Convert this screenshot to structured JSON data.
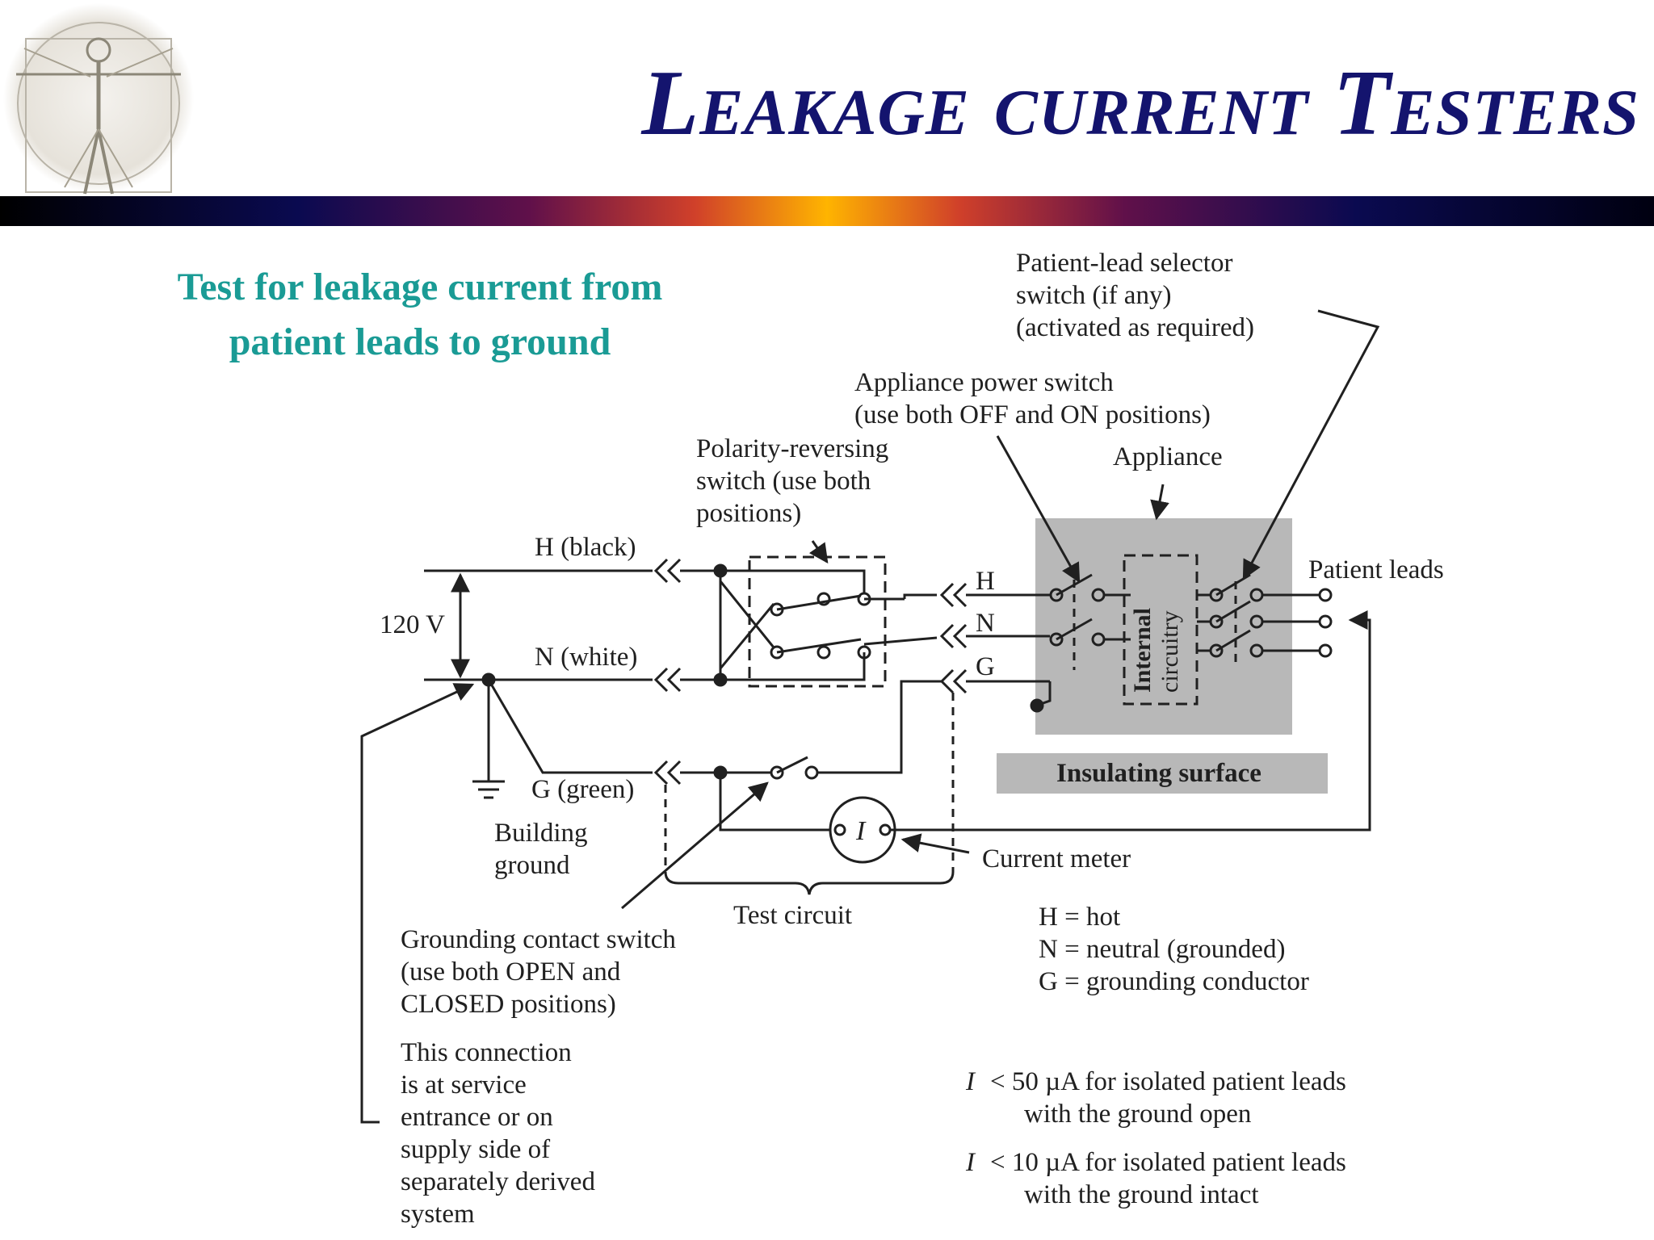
{
  "header": {
    "title": "Leakage current Testers"
  },
  "subtitle": {
    "line1": "Test for leakage current from",
    "line2": "patient leads to ground"
  },
  "diagram": {
    "patient_lead_selector": [
      "Patient-lead selector",
      "switch (if any)",
      "(activated as required)"
    ],
    "appliance_power_switch": [
      "Appliance power switch",
      "(use both OFF and ON positions)"
    ],
    "appliance": "Appliance",
    "polarity_switch": [
      "Polarity-reversing",
      "switch (use both",
      "positions)"
    ],
    "h_black": "H (black)",
    "n_white": "N (white)",
    "g_green": "G (green)",
    "voltage": "120 V",
    "h": "H",
    "n": "N",
    "g": "G",
    "internal_circuitry": [
      "Internal",
      "circuitry"
    ],
    "patient_leads": "Patient leads",
    "insulating_surface": "Insulating surface",
    "building_ground": [
      "Building",
      "ground"
    ],
    "meter_symbol": "I",
    "current_meter": "Current meter",
    "test_circuit": "Test circuit",
    "grounding_contact_switch": [
      "Grounding contact switch",
      "(use both OPEN and",
      "CLOSED positions)"
    ],
    "connection_note": [
      "This connection",
      "is at service",
      "entrance or on",
      "supply side of",
      "separately derived",
      "system"
    ],
    "legend": [
      "H = hot",
      "N = neutral (grounded)",
      "G = grounding conductor"
    ],
    "limit1": {
      "symbol": "I",
      "text": "< 50 µA for isolated patient leads",
      "text2": "with the ground open"
    },
    "limit2": {
      "symbol": "I",
      "text": "< 10 µA for isolated patient leads",
      "text2": "with the ground intact"
    }
  },
  "colors": {
    "title": "#14146e",
    "subtitle": "#1a9b95",
    "appliance_box": "#b8b8b8",
    "bar_center": "#ffb000",
    "bar_edge": "#000040"
  }
}
